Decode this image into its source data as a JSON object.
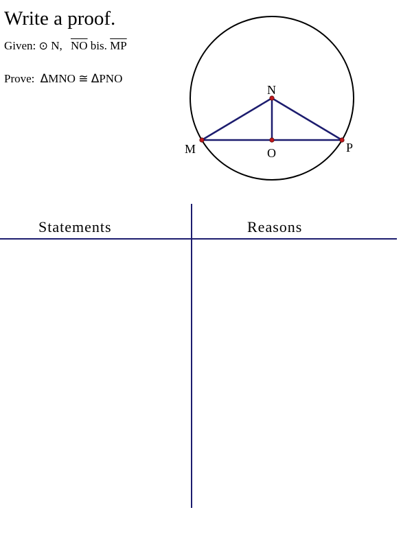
{
  "title": "Write a proof.",
  "given": {
    "prefix": "Given:",
    "circle_symbol": "⊙",
    "circle_name": "N,",
    "segment_1": "NO",
    "relation": "bis.",
    "segment_2": "MP"
  },
  "prove": {
    "prefix": "Prove:",
    "triangle_symbol": "Δ",
    "triangle_1": "MNO",
    "congruent_symbol": "≅",
    "triangle_2": "PNO"
  },
  "diagram": {
    "points": {
      "N": "N",
      "M": "M",
      "O": "O",
      "P": "P"
    },
    "colors": {
      "segments": "#1c1c6e",
      "circle": "#000000",
      "points": "#c0181c"
    }
  },
  "table": {
    "statements_header": "Statements",
    "reasons_header": "Reasons",
    "line_color": "#1c1c6e"
  }
}
